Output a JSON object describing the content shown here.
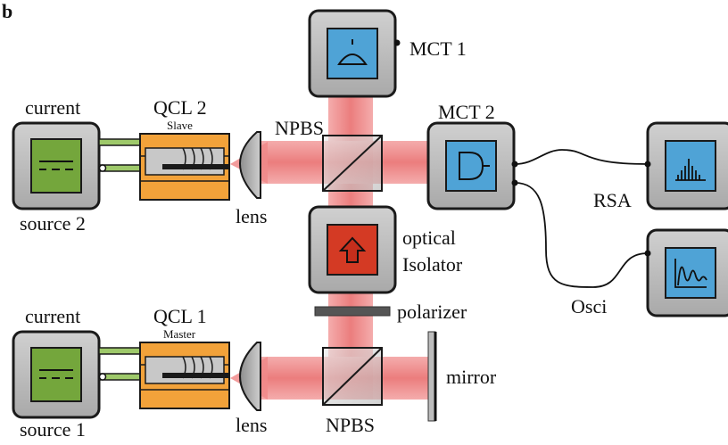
{
  "panel_label": "b",
  "labels": {
    "current_top": "current",
    "source_2": "source 2",
    "current_bottom": "current",
    "source_1": "source 1",
    "qcl2": "QCL 2",
    "qcl2_sub": "Slave",
    "qcl1": "QCL 1",
    "qcl1_sub": "Master",
    "lens_top": "lens",
    "lens_bottom": "lens",
    "npbs_top": "NPBS",
    "npbs_bottom": "NPBS",
    "mct1": "MCT 1",
    "mct2": "MCT 2",
    "optical": "optical",
    "isolator": "Isolator",
    "polarizer": "polarizer",
    "mirror": "mirror",
    "rsa": "RSA",
    "osci": "Osci"
  },
  "colors": {
    "box_fill": "#b9b9b9",
    "box_stroke": "#1a1a1a",
    "source_screen": "#74a63c",
    "detector_screen": "#4fa3d6",
    "isolator_screen": "#d43a24",
    "laser_orange": "#f2a23a",
    "beam": "#f08a8a",
    "cable": "#111111",
    "lead_green": "#9ec96a"
  },
  "icons": {
    "source": "dc-source-icon",
    "mct1": "photodetector-icon",
    "mct2": "photodiode-icon",
    "isolator": "arrow-up-icon",
    "rsa": "spectrum-icon",
    "osci": "waveform-icon"
  }
}
